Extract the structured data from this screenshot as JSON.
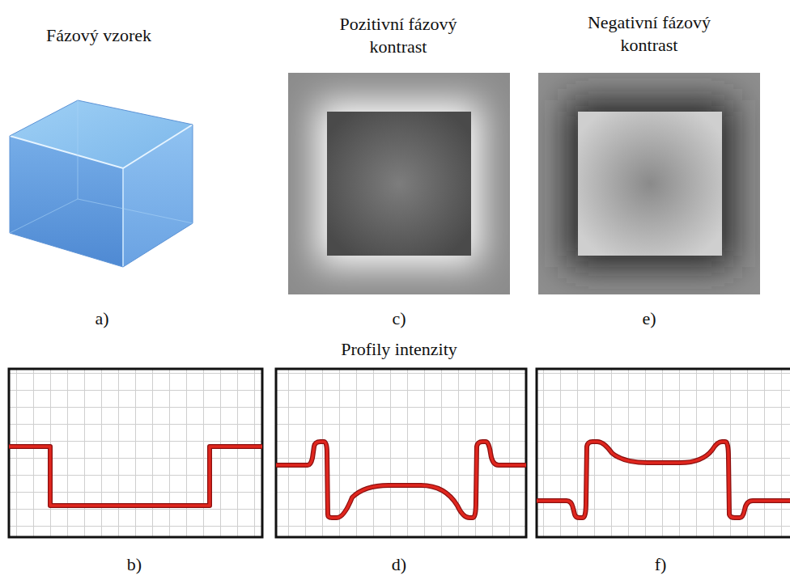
{
  "diagram": {
    "labels": [
      "Fázový vzorek",
      "Pozitivní fázový kontrast",
      "Negativní fázový kontrast",
      "a)",
      "c)",
      "e)",
      "Profily intenzity",
      "b)",
      "d)",
      "f)"
    ]
  }
}
